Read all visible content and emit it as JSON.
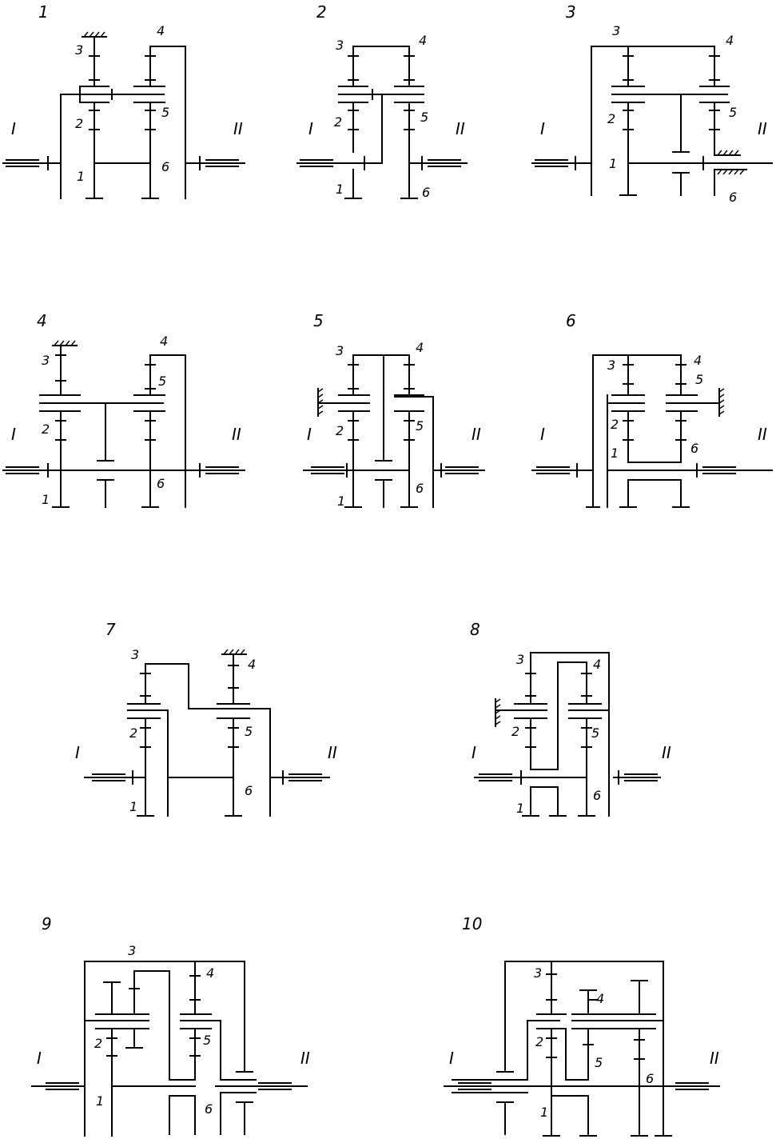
{
  "schemes": [
    {
      "number": "1",
      "shaft_in": "I",
      "shaft_out": "II",
      "gears": [
        "1",
        "2",
        "3",
        "4",
        "5",
        "6"
      ]
    },
    {
      "number": "2",
      "shaft_in": "I",
      "shaft_out": "II",
      "gears": [
        "1",
        "2",
        "3",
        "4",
        "5",
        "6"
      ]
    },
    {
      "number": "3",
      "shaft_in": "I",
      "shaft_out": "II",
      "gears": [
        "1",
        "2",
        "3",
        "4",
        "5",
        "6"
      ]
    },
    {
      "number": "4",
      "shaft_in": "I",
      "shaft_out": "II",
      "gears": [
        "1",
        "2",
        "3",
        "4",
        "5",
        "6"
      ]
    },
    {
      "number": "5",
      "shaft_in": "I",
      "shaft_out": "II",
      "gears": [
        "1",
        "2",
        "3",
        "4",
        "5",
        "6"
      ]
    },
    {
      "number": "6",
      "shaft_in": "I",
      "shaft_out": "II",
      "gears": [
        "1",
        "2",
        "3",
        "4",
        "5",
        "6"
      ]
    },
    {
      "number": "7",
      "shaft_in": "I",
      "shaft_out": "II",
      "gears": [
        "1",
        "2",
        "3",
        "4",
        "5",
        "6"
      ]
    },
    {
      "number": "8",
      "shaft_in": "I",
      "shaft_out": "II",
      "gears": [
        "1",
        "2",
        "3",
        "4",
        "5",
        "6"
      ]
    },
    {
      "number": "9",
      "shaft_in": "I",
      "shaft_out": "II",
      "gears": [
        "1",
        "2",
        "3",
        "4",
        "5",
        "6"
      ]
    },
    {
      "number": "10",
      "shaft_in": "I",
      "shaft_out": "II",
      "gears": [
        "1",
        "2",
        "3",
        "4",
        "5",
        "6"
      ]
    }
  ]
}
